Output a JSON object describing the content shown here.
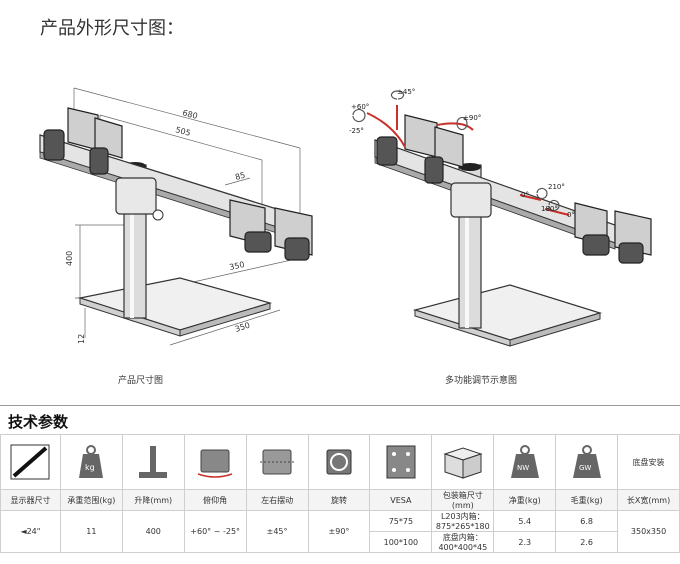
{
  "page_title": "产品外形尺寸图：",
  "left_figure": {
    "caption": "产品尺寸图",
    "dims": {
      "d680": "680",
      "d505": "505",
      "d85": "85",
      "d400": "400",
      "d12": "12",
      "d350a": "350",
      "d350b": "350"
    }
  },
  "right_figure": {
    "caption": "多功能调节示意图",
    "angles": {
      "tilt_up": "+60°",
      "tilt_down": "-25°",
      "swivel": "±45°",
      "rotate": "±90°",
      "a0a": "0°",
      "a210": "210°",
      "a180": "180°",
      "a0b": "0°"
    }
  },
  "section_title": "技术参数",
  "spec": {
    "install_header": "底盘安装",
    "icons": [
      "display-size-icon",
      "weight-capacity-icon",
      "height-adjust-icon",
      "tilt-icon",
      "swivel-icon",
      "rotation-icon",
      "vesa-icon",
      "package-box-icon",
      "net-weight-icon",
      "gross-weight-icon"
    ],
    "icon_text": {
      "kg": "kg",
      "nw": "NW",
      "gw": "GW"
    },
    "headers": [
      "显示器尺寸",
      "承重范围(kg)",
      "升降(mm)",
      "俯仰角",
      "左右摆动",
      "旋转",
      "VESA",
      "包装箱尺寸(mm)",
      "净重(kg)",
      "毛重(kg)",
      "长X宽(mm)"
    ],
    "row1": {
      "size": "24\"",
      "load": "11",
      "lift": "400",
      "tilt": "+60° ~ -25°",
      "swivel": "±45°",
      "rotate": "±90°",
      "vesa": "75*75",
      "box": "L203内箱：875*265*180",
      "net": "5.4",
      "gross": "6.8",
      "base": "350x350"
    },
    "row2": {
      "vesa": "100*100",
      "box": "底盘内箱：400*400*45",
      "net": "2.3",
      "gross": "2.6"
    }
  }
}
